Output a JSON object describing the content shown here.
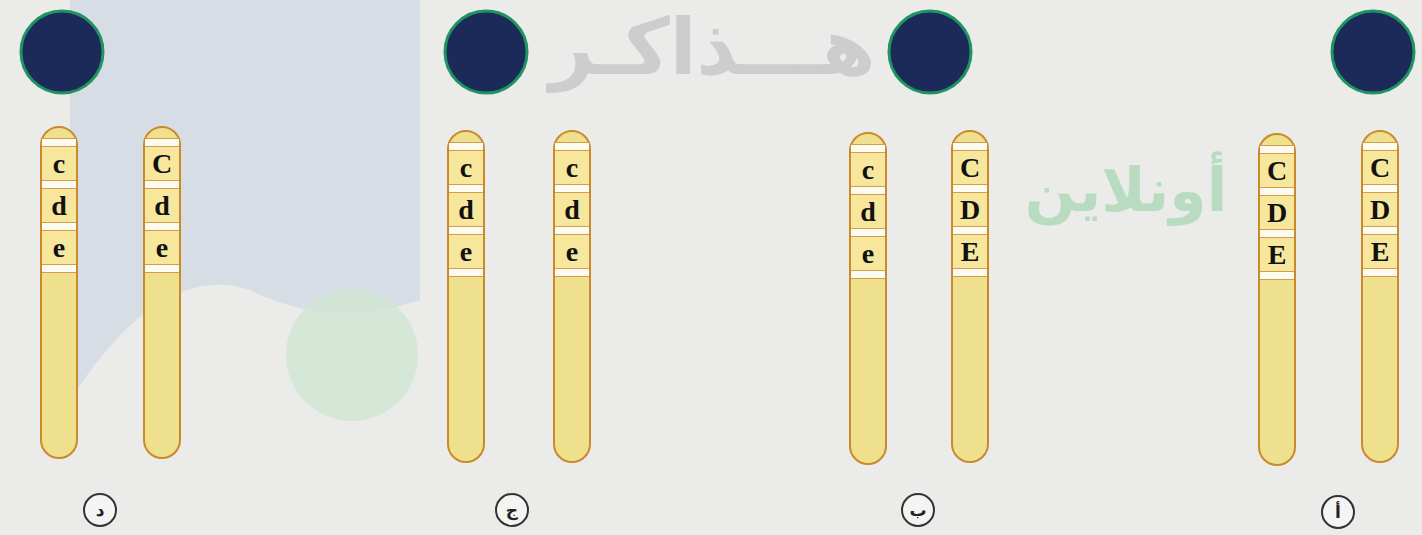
{
  "diagram": {
    "nodes": [
      {
        "text": [
          "C",
          "D",
          "E"
        ]
      },
      {
        "text": [
          "C",
          "D",
          "E"
        ]
      },
      {
        "text": [
          "أ"
        ]
      },
      {
        "text": [
          "C",
          "D",
          "E"
        ]
      },
      {
        "text": [
          "c",
          "d",
          "e"
        ]
      },
      {
        "text": [
          "ب"
        ]
      },
      {
        "text": [
          "c",
          "d",
          "e"
        ]
      },
      {
        "text": [
          "c",
          "d",
          "e"
        ]
      },
      {
        "text": [
          "ج"
        ]
      },
      {
        "text": [
          "C",
          "d",
          "e"
        ]
      },
      {
        "text": [
          "c",
          "d",
          "e"
        ]
      },
      {
        "text": [
          "د"
        ]
      }
    ],
    "labels": [
      "هـــذاكـر",
      "أونلاين"
    ]
  }
}
